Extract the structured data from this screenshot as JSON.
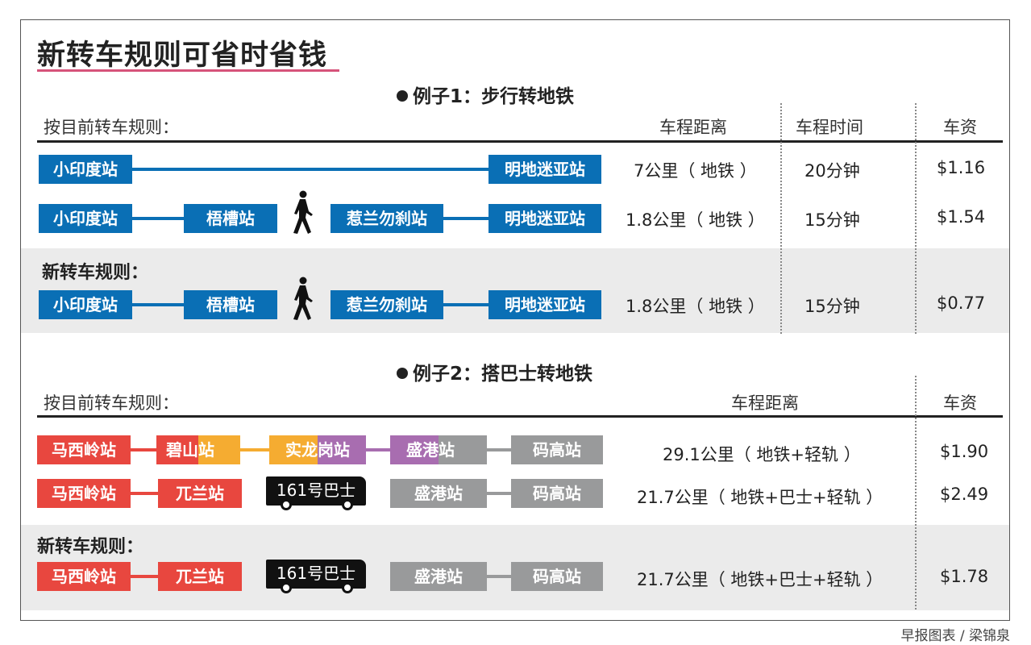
{
  "title": "新转车规则可省时省钱",
  "colors": {
    "title_underline": "#d6537a",
    "blue_line": "#0a6fb5",
    "red_line": "#e8473f",
    "orange_line": "#f5ac31",
    "purple_line": "#a86db0",
    "grey_line": "#999a9b",
    "bus": "#111111",
    "shade": "#ebebeb"
  },
  "example1": {
    "heading": "例子1：步行转地铁",
    "current_rule_label": "按目前转车规则：",
    "new_rule_label": "新转车规则：",
    "columns": [
      "车程距离",
      "车程时间",
      "车资"
    ],
    "rows": [
      {
        "route": [
          "小印度站",
          "明地迷亚站"
        ],
        "distance": "7公里（ 地铁 ）",
        "time": "20分钟",
        "fare": "$1.16"
      },
      {
        "route": [
          "小印度站",
          "梧槽站",
          "walk",
          "惹兰勿刹站",
          "明地迷亚站"
        ],
        "distance": "1.8公里（ 地铁 ）",
        "time": "15分钟",
        "fare": "$1.54"
      },
      {
        "route": [
          "小印度站",
          "梧槽站",
          "walk",
          "惹兰勿刹站",
          "明地迷亚站"
        ],
        "distance": "1.8公里（ 地铁 ）",
        "time": "15分钟",
        "fare": "$0.77"
      }
    ]
  },
  "example2": {
    "heading": "例子2：搭巴士转地铁",
    "current_rule_label": "按目前转车规则：",
    "new_rule_label": "新转车规则：",
    "columns": [
      "车程距离",
      "车资"
    ],
    "rows": [
      {
        "route": [
          "马西岭站",
          "碧山站",
          "实龙岗站",
          "盛港站",
          "码高站"
        ],
        "distance": "29.1公里（ 地铁+轻轨 ）",
        "fare": "$1.90"
      },
      {
        "route": [
          "马西岭站",
          "兀兰站",
          "161号巴士",
          "盛港站",
          "码高站"
        ],
        "distance": "21.7公里（ 地铁+巴士+轻轨 ）",
        "fare": "$2.49"
      },
      {
        "route": [
          "马西岭站",
          "兀兰站",
          "161号巴士",
          "盛港站",
          "码高站"
        ],
        "distance": "21.7公里（ 地铁+巴士+轻轨 ）",
        "fare": "$1.78"
      }
    ]
  },
  "split_labels": {
    "bishan_a": "碧山",
    "bishan_b": "站",
    "serangoon_a": "实龙",
    "serangoon_b": "岗站",
    "sengkang_a": "盛港",
    "sengkang_b": "站"
  },
  "credit": "早报图表 / 梁锦泉"
}
